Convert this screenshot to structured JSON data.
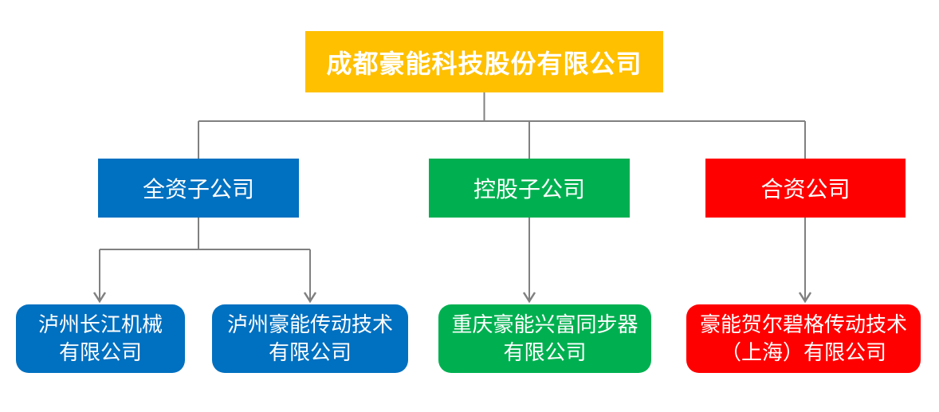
{
  "org_chart": {
    "root": {
      "label": "成都豪能科技股份有限公司",
      "color": "#FFC000"
    },
    "branches": [
      {
        "label": "全资子公司",
        "color": "#0070C0",
        "children": [
          {
            "line1": "泸州长江机械",
            "line2": "有限公司"
          },
          {
            "line1": "泸州豪能传动技术",
            "line2": "有限公司"
          }
        ]
      },
      {
        "label": "控股子公司",
        "color": "#00B050",
        "children": [
          {
            "line1": "重庆豪能兴富同步器",
            "line2": "有限公司"
          }
        ]
      },
      {
        "label": "合资公司",
        "color": "#FF0000",
        "children": [
          {
            "line1": "豪能贺尔碧格传动技术",
            "line2": "（上海）有限公司"
          }
        ]
      }
    ],
    "styles": {
      "connector_color": "#808080",
      "text_color": "#FFFFFF",
      "background_color": "#FFFFFF"
    }
  }
}
